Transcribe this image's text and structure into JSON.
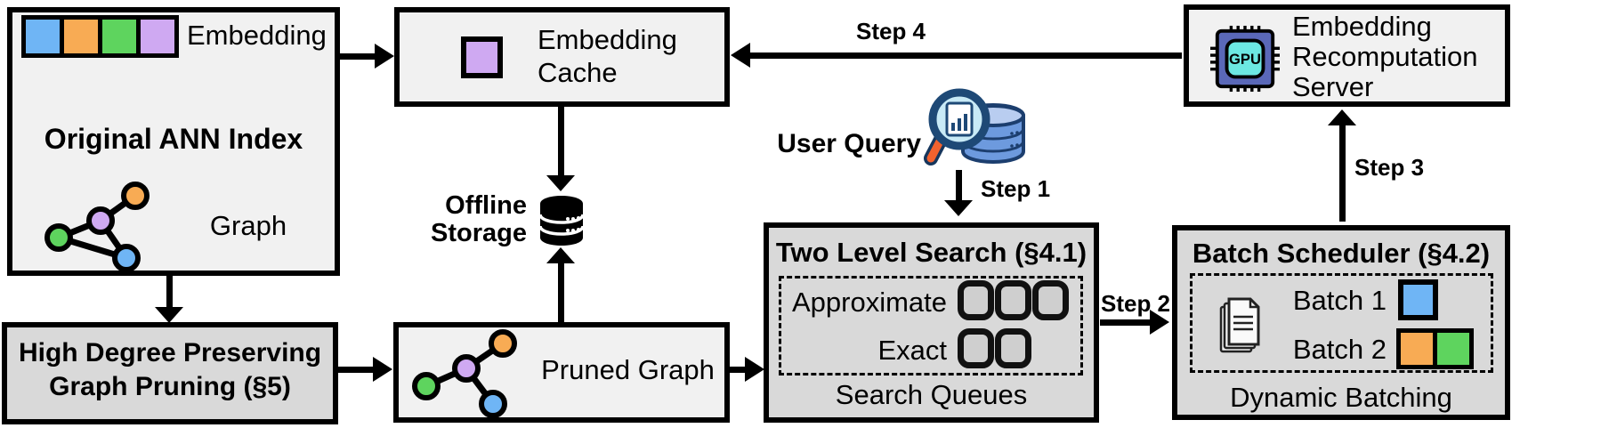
{
  "colors": {
    "blue": "#6fb5f5",
    "orange": "#f8ab54",
    "green": "#5ed45e",
    "purple": "#cfa9f2",
    "box_light": "#f1f1f1",
    "box_dark": "#d9d9d9"
  },
  "original_index": {
    "title": "Original ANN Index",
    "embedding_label": "Embedding",
    "graph_label": "Graph",
    "embedding_colors": [
      "blue",
      "orange",
      "green",
      "purple"
    ]
  },
  "pruning_box": {
    "line1": "High Degree Preserving",
    "line2": "Graph Pruning (§5)"
  },
  "embedding_cache": {
    "line1": "Embedding",
    "line2": "Cache",
    "square_color": "purple"
  },
  "offline_storage": {
    "line1": "Offline",
    "line2": "Storage"
  },
  "pruned_graph": {
    "label": "Pruned Graph"
  },
  "user_query": {
    "label": "User Query"
  },
  "steps": {
    "s1": "Step 1",
    "s2": "Step 2",
    "s3": "Step 3",
    "s4": "Step 4"
  },
  "two_level_search": {
    "title": "Two Level Search (§4.1)",
    "approximate_label": "Approximate",
    "exact_label": "Exact",
    "approximate_queue_count": 3,
    "exact_queue_count": 2,
    "caption": "Search Queues"
  },
  "batch_scheduler": {
    "title": "Batch Scheduler (§4.2)",
    "batch1_label": "Batch 1",
    "batch2_label": "Batch 2",
    "batch1_colors": [
      "blue"
    ],
    "batch2_colors": [
      "orange",
      "green"
    ],
    "caption": "Dynamic Batching"
  },
  "recompute_server": {
    "line1": "Embedding",
    "line2": "Recomputation",
    "line3": "Server",
    "gpu_label": "GPU"
  },
  "icons": {
    "offline_storage": "database-icon",
    "user_query": "magnifier-database-icon",
    "recompute_server": "gpu-chip-icon",
    "batch_scheduler": "documents-icon",
    "graphs": "node-graph-icon"
  }
}
